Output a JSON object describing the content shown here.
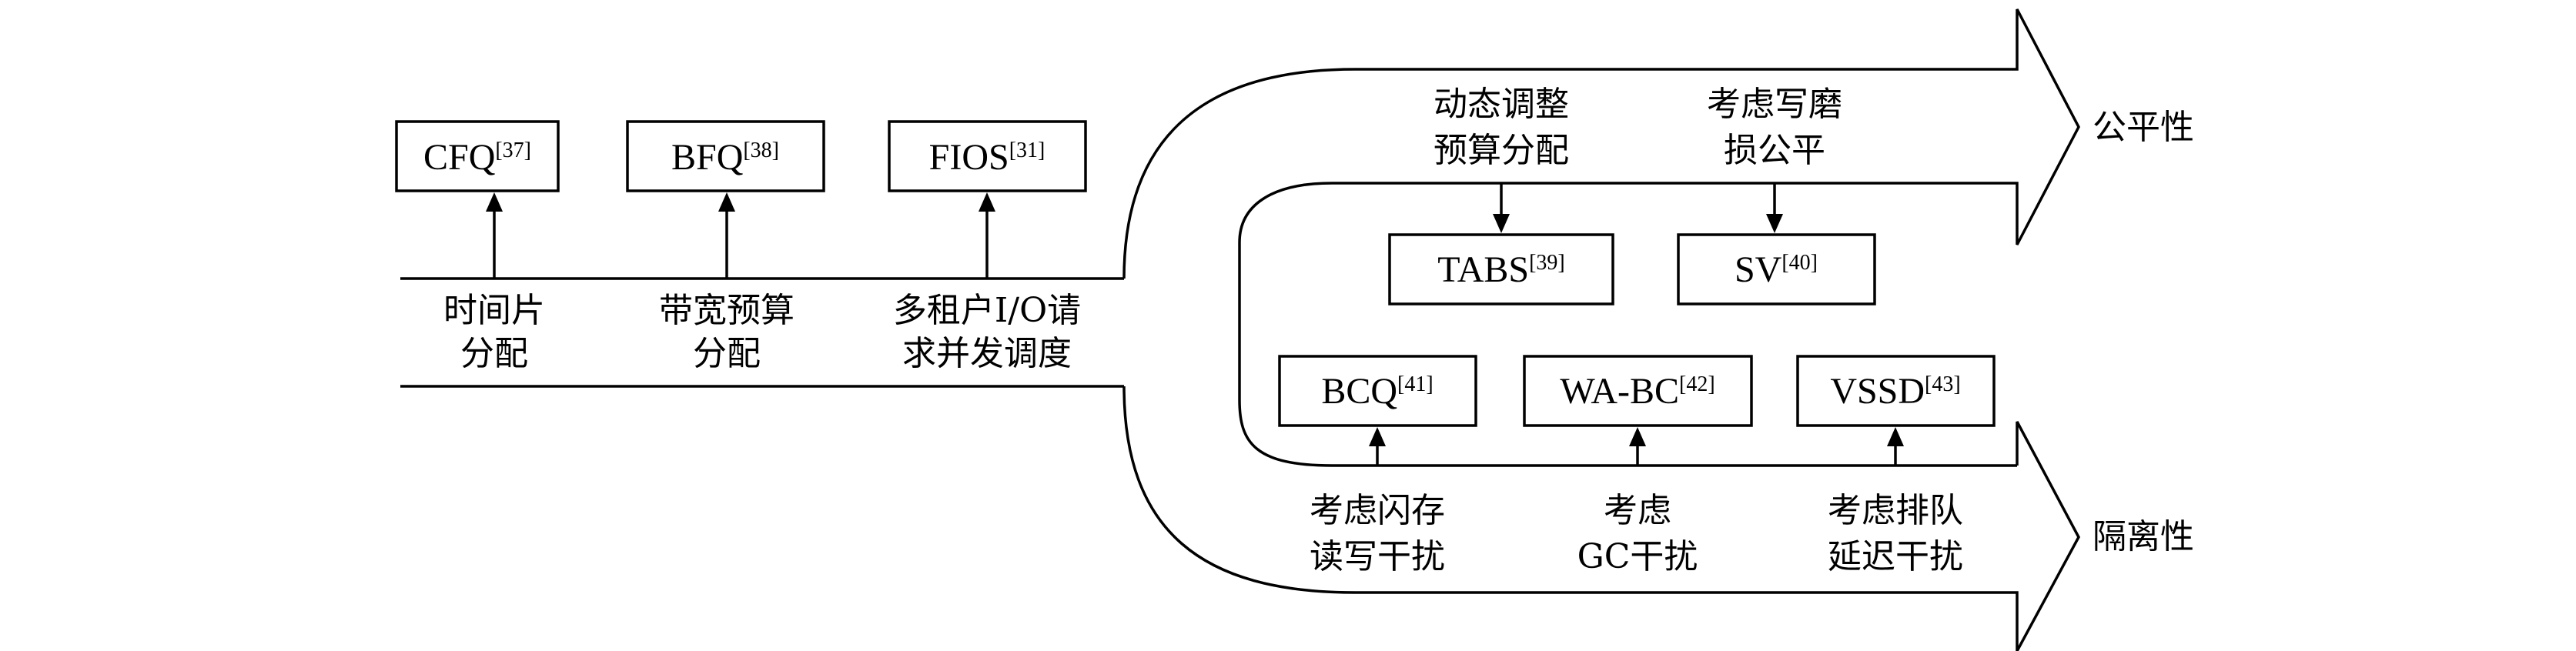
{
  "colors": {
    "stroke": "#000000",
    "background": "#ffffff"
  },
  "methods": [
    {
      "id": "cfq",
      "name": "CFQ",
      "ref": "[37]"
    },
    {
      "id": "bfq",
      "name": "BFQ",
      "ref": "[38]"
    },
    {
      "id": "fios",
      "name": "FIOS",
      "ref": "[31]"
    },
    {
      "id": "tabs",
      "name": "TABS",
      "ref": "[39]"
    },
    {
      "id": "sv",
      "name": "SV",
      "ref": "[40]"
    },
    {
      "id": "bcq",
      "name": "BCQ",
      "ref": "[41]"
    },
    {
      "id": "wabc",
      "name": "WA-BC",
      "ref": "[42]"
    },
    {
      "id": "vssd",
      "name": "VSSD",
      "ref": "[43]"
    }
  ],
  "labels": {
    "time_slice": [
      "时间片",
      "分配"
    ],
    "bandwidth_budget": [
      "带宽预算",
      "分配"
    ],
    "multi_tenant": [
      "多租户I/O请",
      "求并发调度"
    ],
    "dynamic_budget": [
      "动态调整",
      "预算分配"
    ],
    "write_wear": [
      "考虑写磨",
      "损公平"
    ],
    "flash_interference": [
      "考虑闪存",
      "读写干扰"
    ],
    "gc_interference": [
      "考虑",
      "GC干扰"
    ],
    "queue_interference": [
      "考虑排队",
      "延迟干扰"
    ]
  },
  "goals": {
    "fairness": "公平性",
    "isolation": "隔离性"
  }
}
